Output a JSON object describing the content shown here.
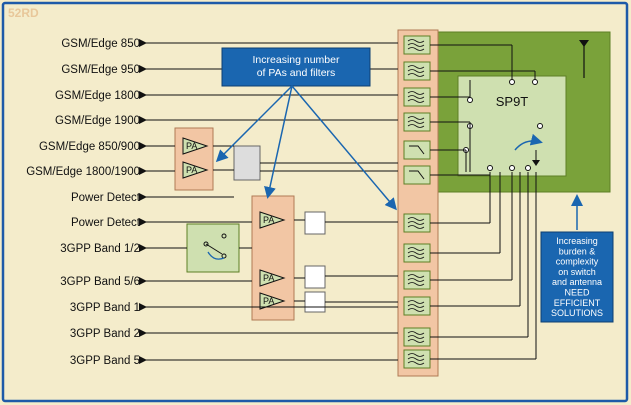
{
  "watermark": "52RD",
  "bands": [
    "GSM/Edge 850",
    "GSM/Edge 950",
    "GSM/Edge 1800",
    "GSM/Edge 1900",
    "GSM/Edge 850/900",
    "GSM/Edge 1800/1900",
    "Power Detect",
    "Power Detect",
    "3GPP Band 1/2",
    "3GPP Band 5/6",
    "3GPP Band 1",
    "3GPP Band 2",
    "3GPP Band 5"
  ],
  "switch_label": "SP9T",
  "pa_label": "PA",
  "callout_top": [
    "Increasing number",
    "of PAs and filters"
  ],
  "callout_right": [
    "Increasing",
    "burden &",
    "complexity",
    "on switch",
    "and antenna",
    "NEED",
    "EFFICIENT",
    "SOLUTIONS"
  ],
  "colors": {
    "background": "#f4eccb",
    "frame": "#1e5aa8",
    "module": "#f2c6a4",
    "switch_area": "#7aa23a",
    "switch_block": "#cfe0b0",
    "callout": "#1a66b0"
  }
}
